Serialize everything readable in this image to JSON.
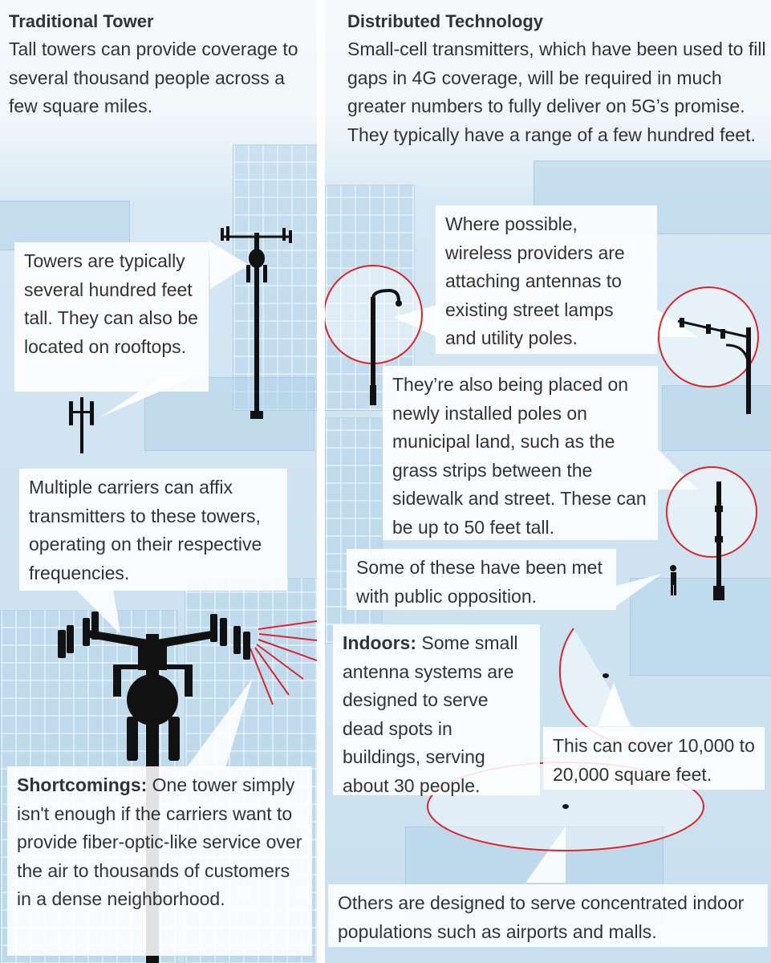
{
  "left": {
    "title": "Traditional Tower",
    "description": "Tall towers can provide coverage to several thousand people across a few square miles.",
    "callouts": {
      "height": "Towers are typically several hundred feet tall. They can also be located on rooftops.",
      "carriers": "Multiple carriers can affix transmitters to these towers, operating on their respective frequencies.",
      "shortcomings_label": "Shortcomings:",
      "shortcomings_text": " One tower simply isn't enough if the carriers want to provide fiber-optic-like service over the air to thousands of customers in a dense neighborhood."
    }
  },
  "right": {
    "title": "Distributed Technology",
    "description": "Small-cell transmitters, which have been used to fill gaps in 4G coverage, will be required in much greater numbers to fully deliver on 5G’s promise. They typically have a range of a few hundred feet.",
    "callouts": {
      "street_lamps": "Where possible, wireless providers are attaching antennas to existing street lamps and utility poles.",
      "new_poles": "They’re also being placed on newly installed poles on municipal land, such as the grass strips between the sidewalk and street. These can be up to 50 feet tall.",
      "opposition": "Some of these have been met with public opposition.",
      "indoors_label": "Indoors:",
      "indoors_text": " Some small antenna systems are designed to serve dead spots in buildings, serving about 30 people.",
      "coverage": "This can cover 10,000 to 20,000 square feet.",
      "others": "Others are designed to serve concentrated indoor populations such as airports and malls."
    }
  },
  "colors": {
    "accent_red": "#d9262b",
    "text": "#333333",
    "sky": "#cfe3f1"
  }
}
